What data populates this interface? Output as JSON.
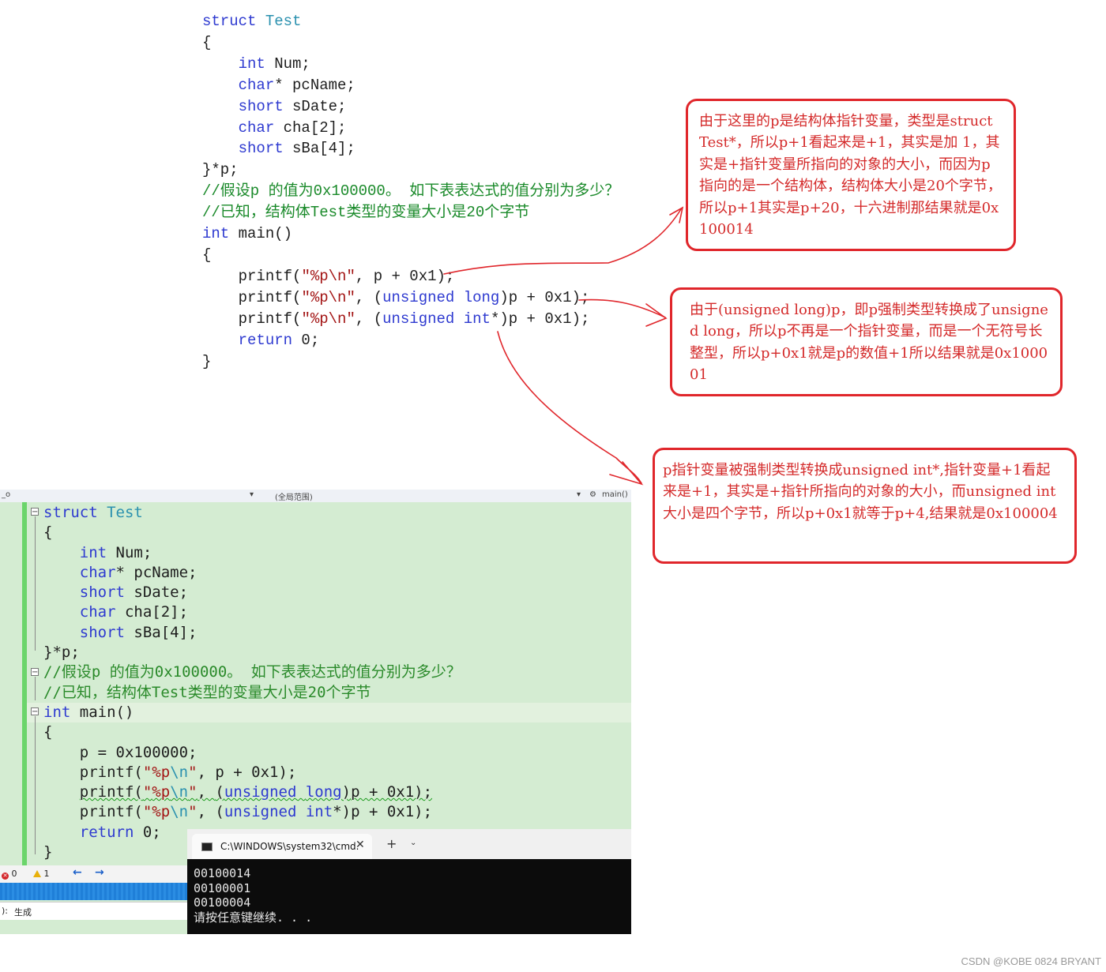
{
  "code_top": {
    "struct_kw": "struct",
    "struct_name": "Test",
    "open_brace": "{",
    "close_brace": "}",
    "fields": [
      {
        "type": "int",
        "rest": " Num;"
      },
      {
        "type": "char",
        "rest": "* pcName;"
      },
      {
        "type": "short",
        "rest": " sDate;"
      },
      {
        "type": "char",
        "rest": " cha[2];"
      },
      {
        "type": "short",
        "rest": " sBa[4];"
      }
    ],
    "struct_end": "}*p;",
    "comment1": "//假设p 的值为0x100000。 如下表表达式的值分别为多少？",
    "comment2": "//已知，结构体Test类型的变量大小是20个字节",
    "main_kw": "int",
    "main_sig": " main()",
    "printf": "printf(",
    "fmt_q1": "\"",
    "fmt_p": "%p",
    "fmt_esc": "\\n",
    "fmt_q2": "\"",
    "arg_sep": ", ",
    "arg1": "p + 0x1);",
    "cast_open": "(",
    "unsigned": "unsigned",
    "long": "long",
    "int": "int",
    "cast2_ptr": "*)",
    "cast_close": ")",
    "arg_rest": "p + 0x1);",
    "return_kw": "return",
    "return_rest": " 0;"
  },
  "notes": {
    "note1": "由于这里的p是结构体指针变量，类型是struct Test*，所以p+1看起来是+1，其实是加 1，其实是+指针变量所指向的对象的大小，而因为p指向的是一个结构体，结构体大小是20个字节，所以p+1其实是p+20，十六进制那结果就是0x100014",
    "note2": "由于(unsigned long)p，即p强制类型转换成了unsigned long，所以p不再是一个指针变量，而是一个无符号长整型，所以p+0x1就是p的数值+1所以结果就是0x100001",
    "note3": "p指针变量被强制类型转换成unsigned int*,指针变量+1看起来是+1，其实是+指针所指向的对象的大小，而unsigned int大小是四个字节，所以p+0x1就等于p+4,结果就是0x100004"
  },
  "ide": {
    "header_left": "_o",
    "header_scope": "(全局范围)",
    "header_func": "main()",
    "assign_line": "p = 0x100000;",
    "status_errors": "0",
    "status_warnings": "1",
    "output_prefix": "):",
    "output_label": "生成"
  },
  "console": {
    "tab_title": "C:\\WINDOWS\\system32\\cmd.",
    "close_glyph": "✕",
    "plus_glyph": "+",
    "chevron_glyph": "⌄",
    "lines": [
      "00100014",
      "00100001",
      "00100004",
      "请按任意键继续. . ."
    ]
  },
  "watermark": "CSDN @KOBE 0824 BRYANT",
  "colors": {
    "annotation": "#e0262b",
    "ide_bg": "#d4ecd2",
    "keyword": "#2e3ad0"
  }
}
